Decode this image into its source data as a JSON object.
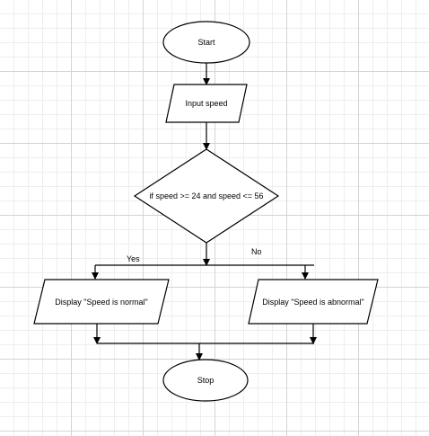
{
  "diagram": {
    "nodes": {
      "start": {
        "label": "Start"
      },
      "input": {
        "label": "Input speed"
      },
      "decision": {
        "label": "if speed >= 24 and speed <= 56"
      },
      "normal": {
        "label": "Display \"Speed is normal\""
      },
      "abnormal": {
        "label": "Display \"Speed is abnormal\""
      },
      "stop": {
        "label": "Stop"
      }
    },
    "branches": {
      "yes": "Yes",
      "no": "No"
    },
    "colors": {
      "stroke": "#000000",
      "fill": "#ffffff",
      "grid_major": "#d4d4d4",
      "grid_minor": "#eeeeee"
    }
  }
}
